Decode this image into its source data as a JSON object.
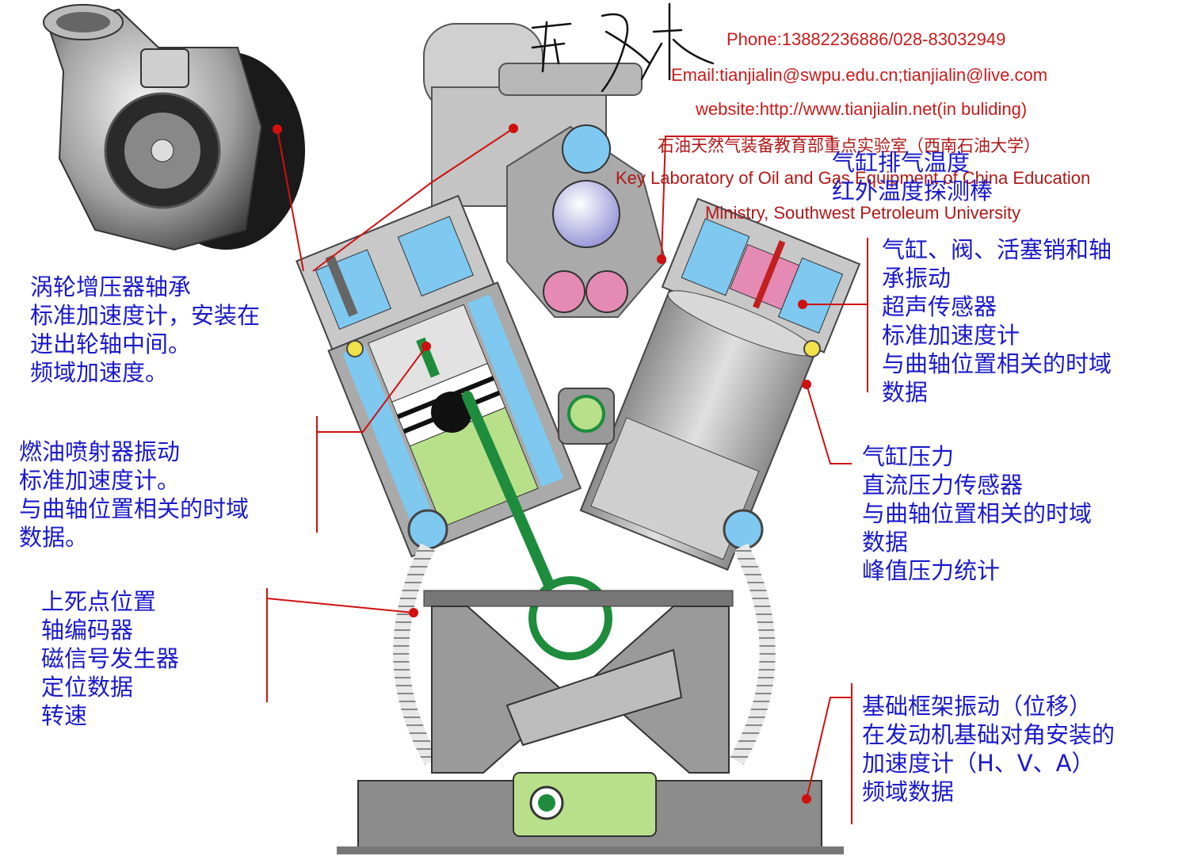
{
  "contact": {
    "phone": "Phone:13882236886/028-83032949",
    "email": "Email:tianjialin@swpu.edu.cn;tianjialin@live.com",
    "website": "website:http://www.tianjialin.net(in buliding)"
  },
  "lab": {
    "name_cn": "石油天然气装备教育部重点实验室（西南石油大学）",
    "name_en_line1": "Key Laboratory of Oil and Gas Equipment of China Education",
    "name_en_line2": "Ministry, Southwest Petroleum University"
  },
  "signature": "田家林",
  "callouts": {
    "turbo": [
      "涡轮增压器轴承",
      "标准加速度计，安装在",
      "进出轮轴中间。",
      "频域加速度。"
    ],
    "injector": [
      "燃油喷射器振动",
      "标准加速度计。",
      "与曲轴位置相关的时域",
      "数据。"
    ],
    "tdc": [
      "上死点位置",
      "轴编码器",
      "磁信号发生器",
      "定位数据",
      "转速"
    ],
    "exhaust_temp": [
      "气缸排气温度",
      "红外温度探测棒"
    ],
    "valve": [
      "气缸、阀、活塞销和轴",
      "承振动",
      "超声传感器",
      "标准加速度计",
      "与曲轴位置相关的时域",
      "数据"
    ],
    "pressure": [
      "气缸压力",
      "直流压力传感器",
      "与曲轴位置相关的时域",
      "数据",
      "峰值压力统计"
    ],
    "foundation": [
      "基础框架振动（位移）",
      "在发动机基础对角安装的",
      "加速度计（H、V、A）",
      "频域数据"
    ]
  },
  "colors": {
    "callout_text": "#1a1acc",
    "contact_text": "#cc1a1a",
    "leader_line": "#d01010",
    "engine_gray": "#a8a8a8",
    "coolant_blue": "#7fc8f0",
    "piston_green": "#b8e08a",
    "rod_green": "#1e8c3c"
  }
}
